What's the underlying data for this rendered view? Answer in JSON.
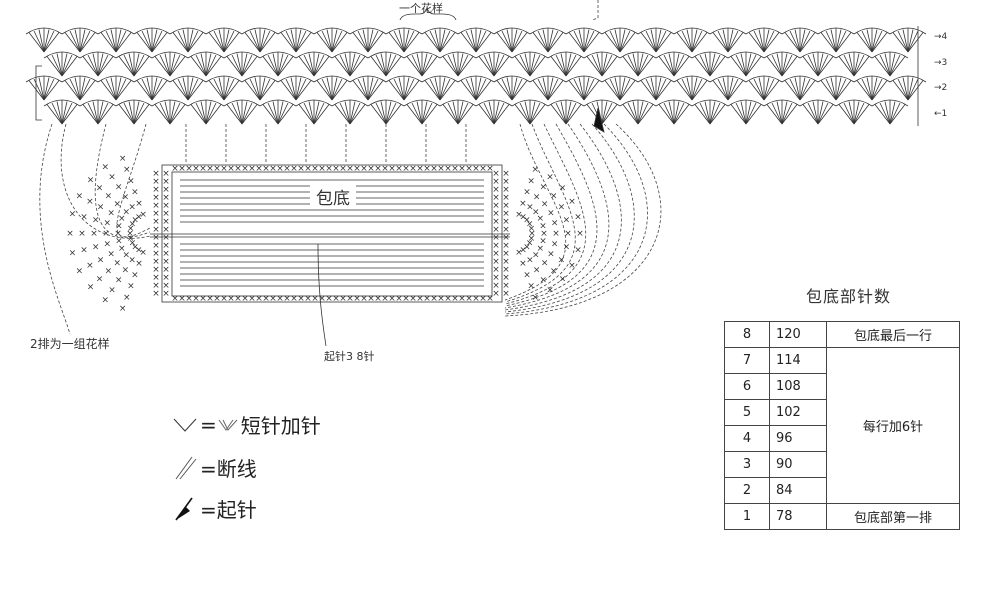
{
  "labels": {
    "pattern_repeat": "一个花样",
    "two_rows_group": "2排为一组花样",
    "start_chain": "起针3 8针",
    "bottom": "包底",
    "table_title": "包底部针数"
  },
  "row_numbers": [
    "4",
    "3",
    "2",
    "1"
  ],
  "legend": [
    {
      "icon": "v-increase-icon",
      "text": "=",
      "extra_icon": "double-v-icon",
      "desc": "短针加针"
    },
    {
      "icon": "cut-yarn-icon",
      "text": "=断线"
    },
    {
      "icon": "start-stitch-icon",
      "text": "=起针"
    }
  ],
  "table": {
    "rows": [
      {
        "row": "8",
        "count": "120",
        "note": "包底最后一行"
      },
      {
        "row": "7",
        "count": "114"
      },
      {
        "row": "6",
        "count": "108"
      },
      {
        "row": "5",
        "count": "102"
      },
      {
        "row": "4",
        "count": "96"
      },
      {
        "row": "3",
        "count": "90"
      },
      {
        "row": "2",
        "count": "84"
      },
      {
        "row": "1",
        "count": "78",
        "note": "包底部第一排"
      }
    ],
    "merged_note": "每行加6针"
  },
  "colors": {
    "line": "#333333",
    "text": "#222222"
  }
}
